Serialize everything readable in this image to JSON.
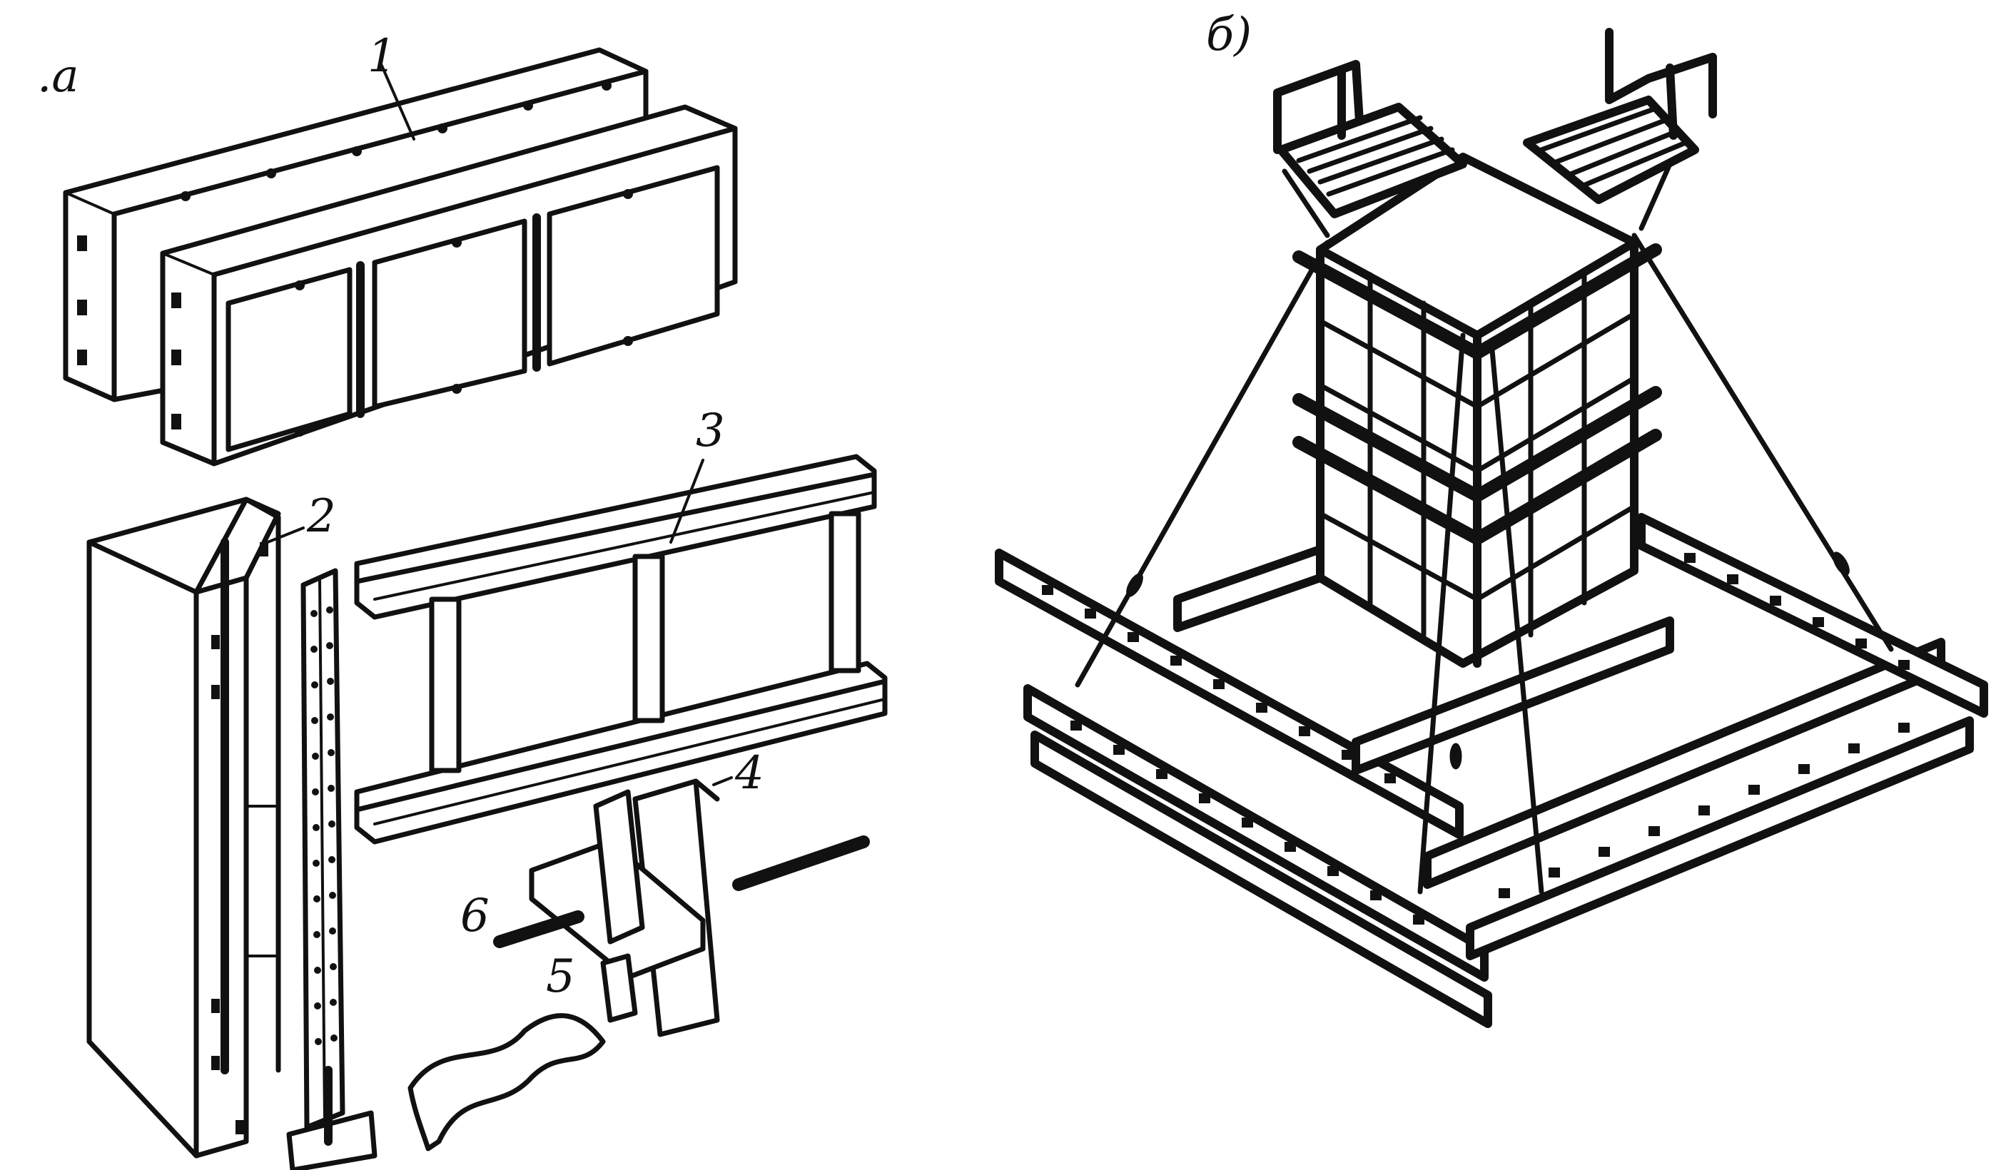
{
  "figure": {
    "panel_a_label": ".а",
    "panel_b_label": "б)",
    "callouts": [
      "1",
      "2",
      "3",
      "4",
      "5",
      "6"
    ]
  },
  "colors": {
    "ink": "#111111",
    "paper": "#ffffff"
  }
}
